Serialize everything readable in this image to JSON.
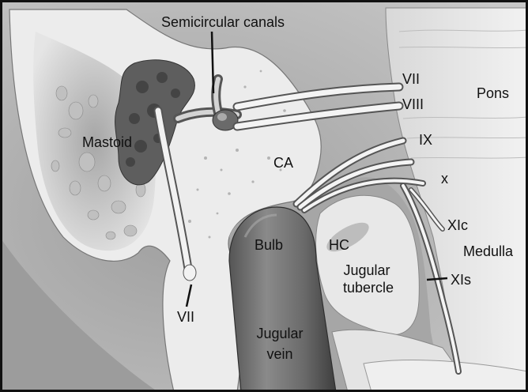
{
  "figure": {
    "labels": {
      "semicircular_canals": "Semicircular canals",
      "vii_top": "VII",
      "viii": "VIII",
      "pons": "Pons",
      "ix": "IX",
      "mastoid": "Mastoid",
      "ca": "CA",
      "x": "x",
      "xic": "XIc",
      "medulla": "Medulla",
      "bulb": "Bulb",
      "hc": "HC",
      "jugular_tubercle_1": "Jugular",
      "jugular_tubercle_2": "tubercle",
      "xis": "XIs",
      "vii_bottom": "VII",
      "jugular_vein_1": "Jugular",
      "jugular_vein_2": "vein"
    },
    "colors": {
      "frame": "#111111",
      "background_gray": "#bdbdbd",
      "bone_light": "#ececec",
      "mastoid_dark": "#5a5a5a",
      "vein": "#6e6e6e",
      "vein_dark": "#4a4a4a",
      "brainstem": "#e6e6e6",
      "nerve": "#f4f4f4"
    }
  }
}
